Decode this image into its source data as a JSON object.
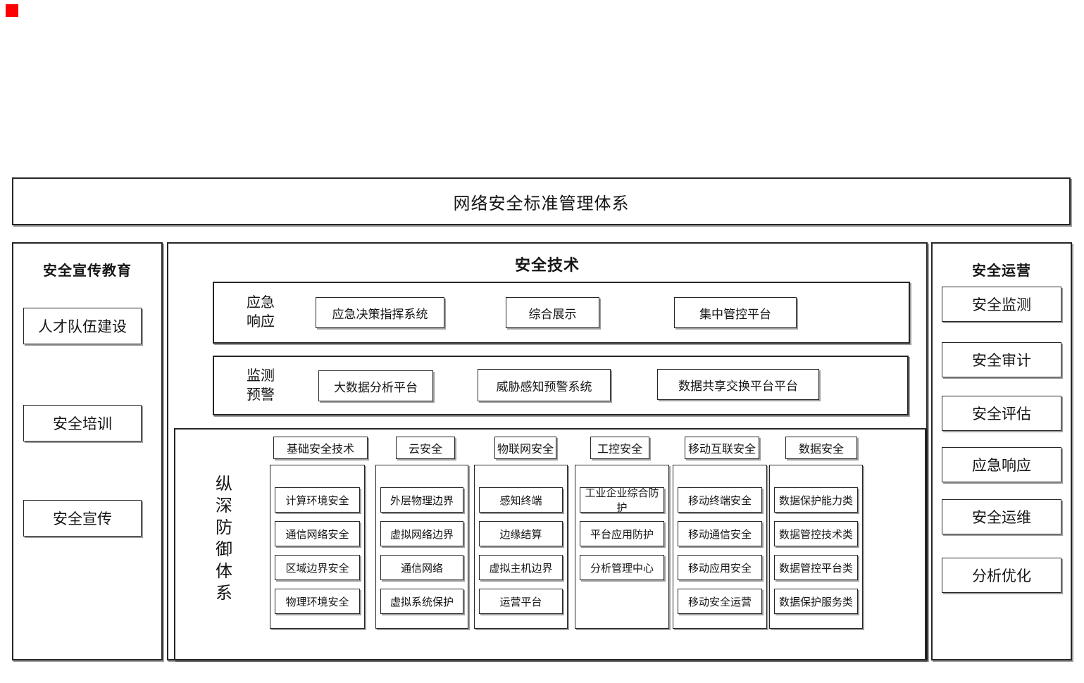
{
  "colors": {
    "background": "#ffffff",
    "border": "#262626",
    "text": "#151515",
    "marker_red": "#ff0000"
  },
  "banner": {
    "title": "网络安全标准管理体系"
  },
  "left_panel": {
    "title": "安全宣传教育",
    "items": [
      "人才队伍建设",
      "安全培训",
      "安全宣传"
    ]
  },
  "center_panel": {
    "title": "安全技术",
    "rows": [
      {
        "label_lines": [
          "应急",
          "响应"
        ],
        "items": [
          "应急决策指挥系统",
          "综合展示",
          "集中管控平台"
        ]
      },
      {
        "label_lines": [
          "监测",
          "预警"
        ],
        "items": [
          "大数据分析平台",
          "威胁感知预警系统",
          "数据共享交换平台平台"
        ]
      }
    ],
    "defense": {
      "label": "纵深防御体系",
      "columns": [
        {
          "header": "基础安全技术",
          "items": [
            "计算环境安全",
            "通信网络安全",
            "区域边界安全",
            "物理环境安全"
          ]
        },
        {
          "header": "云安全",
          "items": [
            "外层物理边界",
            "虚拟网络边界",
            "通信网络",
            "虚拟系统保护"
          ]
        },
        {
          "header": "物联网安全",
          "items": [
            "感知终端",
            "边缘结算",
            "虚拟主机边界",
            "运营平台"
          ]
        },
        {
          "header": "工控安全",
          "items": [
            "工业企业综合防护",
            "平台应用防护",
            "分析管理中心"
          ]
        },
        {
          "header": "移动互联安全",
          "items": [
            "移动终端安全",
            "移动通信安全",
            "移动应用安全",
            "移动安全运营"
          ]
        },
        {
          "header": "数据安全",
          "items": [
            "数据保护能力类",
            "数据管控技术类",
            "数据管控平台类",
            "数据保护服务类"
          ]
        }
      ]
    }
  },
  "right_panel": {
    "title": "安全运营",
    "items": [
      "安全监测",
      "安全审计",
      "安全评估",
      "应急响应",
      "安全运维",
      "分析优化"
    ]
  }
}
